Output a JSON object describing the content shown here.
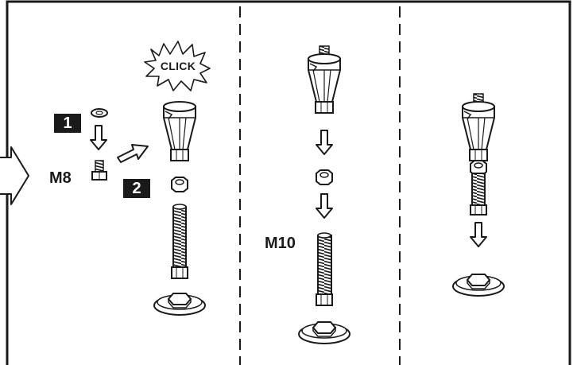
{
  "labels": {
    "click": "CLICK",
    "step_1": "1",
    "step_2": "2",
    "bolt_m8": "M8",
    "bolt_m10": "M10"
  },
  "panels": [
    {
      "id": "panel-1"
    },
    {
      "id": "panel-2"
    },
    {
      "id": "panel-3"
    }
  ],
  "colors": {
    "ink": "#1a1a1a",
    "badge_bg": "#1a1a1a",
    "badge_text": "#ffffff",
    "background": "#ffffff"
  }
}
